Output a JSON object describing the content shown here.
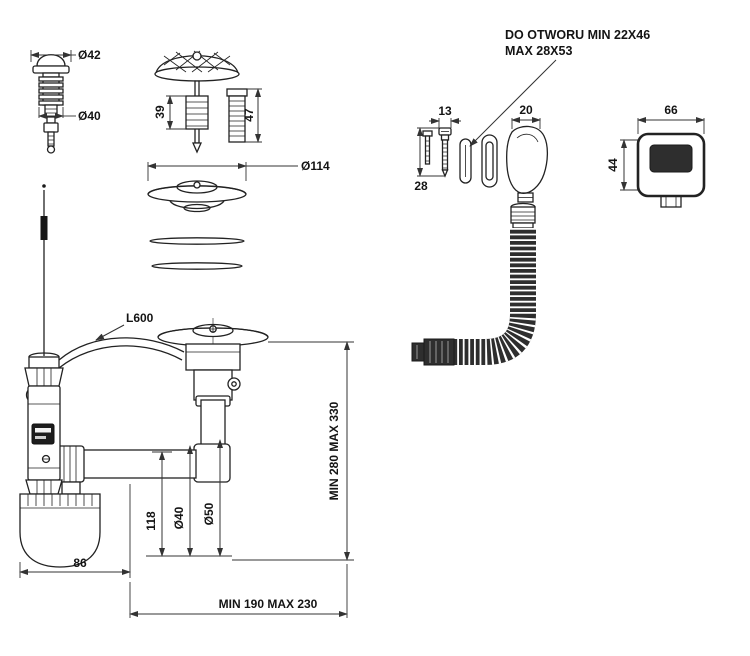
{
  "drawing": {
    "background": "#ffffff",
    "line_color": "#222222"
  },
  "note": {
    "line1": "DO OTWORU MIN 22X46",
    "line2": "MAX 28X53"
  },
  "plug": {
    "dia_top": "Ø42",
    "dia_body": "Ø40"
  },
  "strainer": {
    "tail_left_len": "39",
    "tail_right_len": "47",
    "flange_dia": "Ø114"
  },
  "overflow": {
    "screw_head_width": "13",
    "screw_length": "28",
    "elbow_width": "20",
    "cover_width": "66",
    "cover_height": "44"
  },
  "siphon": {
    "hose_label": "L600",
    "height_range": "MIN 280 MAX 330",
    "trap_depth": "118",
    "pipe_dia_small": "Ø40",
    "pipe_dia_large": "Ø50",
    "cup_offset": "86",
    "reach_range": "MIN 190 MAX 230"
  }
}
